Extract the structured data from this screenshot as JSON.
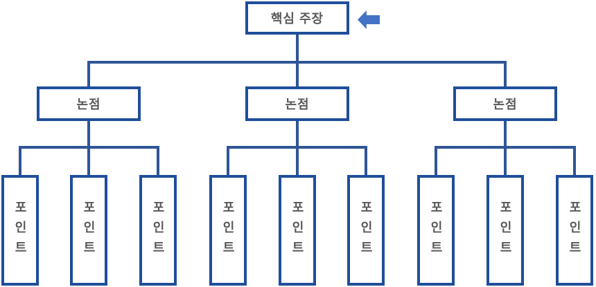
{
  "diagram": {
    "type": "hierarchy-tree",
    "root": {
      "label": "핵심 주장"
    },
    "branches": [
      {
        "label": "논점",
        "points": [
          "포인트",
          "포인트",
          "포인트"
        ]
      },
      {
        "label": "논점",
        "points": [
          "포인트",
          "포인트",
          "포인트"
        ]
      },
      {
        "label": "논점",
        "points": [
          "포인트",
          "포인트",
          "포인트"
        ]
      }
    ],
    "arrow_icon": "left-block-arrow",
    "colors": {
      "box_border": "#1F4E9B",
      "connector": "#2E5597",
      "arrow": "#4472C4",
      "label_text": "#595959",
      "background": "#FFFFFF"
    }
  }
}
